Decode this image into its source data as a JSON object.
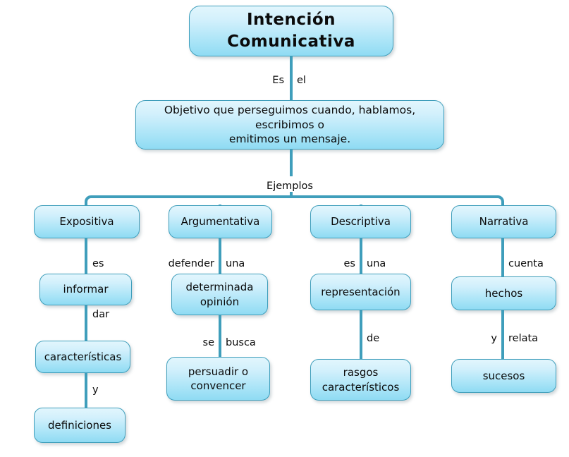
{
  "map": {
    "root": {
      "label": "Intención  Comunicativa"
    },
    "definition_link": {
      "left": "Es",
      "right": "el"
    },
    "definition": {
      "label": "Objetivo que perseguimos cuando, hablamos, escribimos o\nemitimos un mensaje."
    },
    "examples_label": "Ejemplos",
    "branches": [
      {
        "category": "Expositiva",
        "steps": [
          {
            "link_left": "",
            "link_right": "es",
            "label": "informar"
          },
          {
            "link_left": "",
            "link_right": "dar",
            "label": "características"
          },
          {
            "link_left": "",
            "link_right": "y",
            "label": "definiciones"
          }
        ]
      },
      {
        "category": "Argumentativa",
        "steps": [
          {
            "link_left": "defender",
            "link_right": "una",
            "label": "determinada\nopinión"
          },
          {
            "link_left": "se",
            "link_right": "busca",
            "label": "persuadir o\nconvencer"
          }
        ]
      },
      {
        "category": "Descriptiva",
        "steps": [
          {
            "link_left": "es",
            "link_right": "una",
            "label": "representación"
          },
          {
            "link_left": "",
            "link_right": "de",
            "label": "rasgos\ncaracterísticos"
          }
        ]
      },
      {
        "category": "Narrativa",
        "steps": [
          {
            "link_left": "",
            "link_right": "cuenta",
            "label": "hechos"
          },
          {
            "link_left": "y",
            "link_right": "relata",
            "label": "sucesos"
          }
        ]
      }
    ]
  },
  "colors": {
    "line": "#3f9ebb",
    "node_border": "#3f9ebb",
    "node_fill_top": "#e2f6fd",
    "node_fill_bottom": "#8fdbf3",
    "background": "#ffffff",
    "text": "#0b0b0b"
  }
}
